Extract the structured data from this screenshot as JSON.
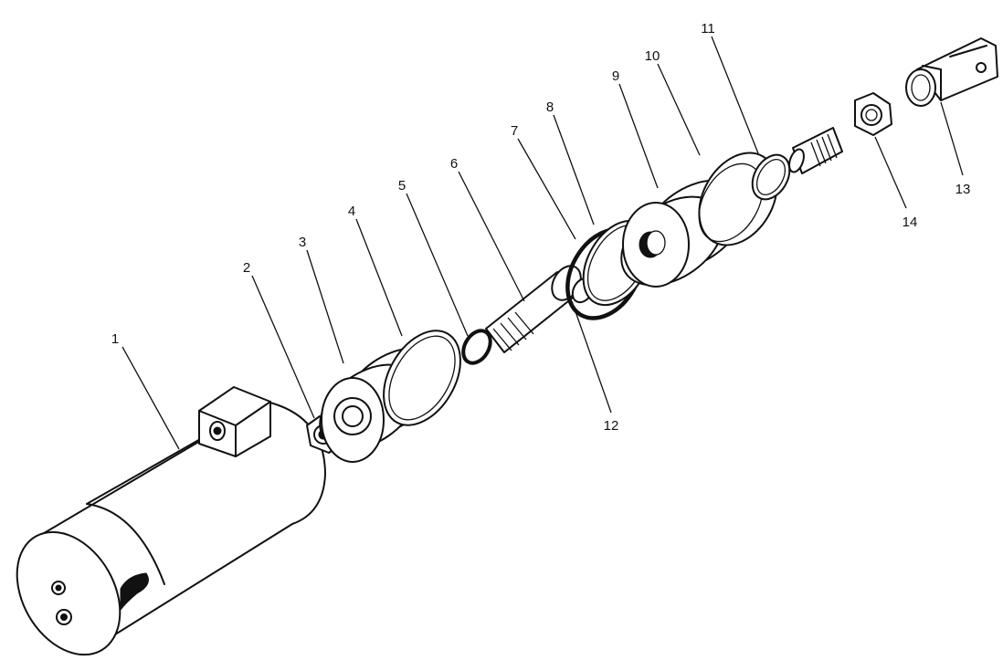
{
  "diagram": {
    "callouts": [
      "1",
      "2",
      "3",
      "4",
      "5",
      "6",
      "7",
      "8",
      "9",
      "10",
      "11",
      "12",
      "13",
      "14"
    ]
  },
  "colors": {
    "ink": "#111111",
    "background": "#ffffff"
  }
}
